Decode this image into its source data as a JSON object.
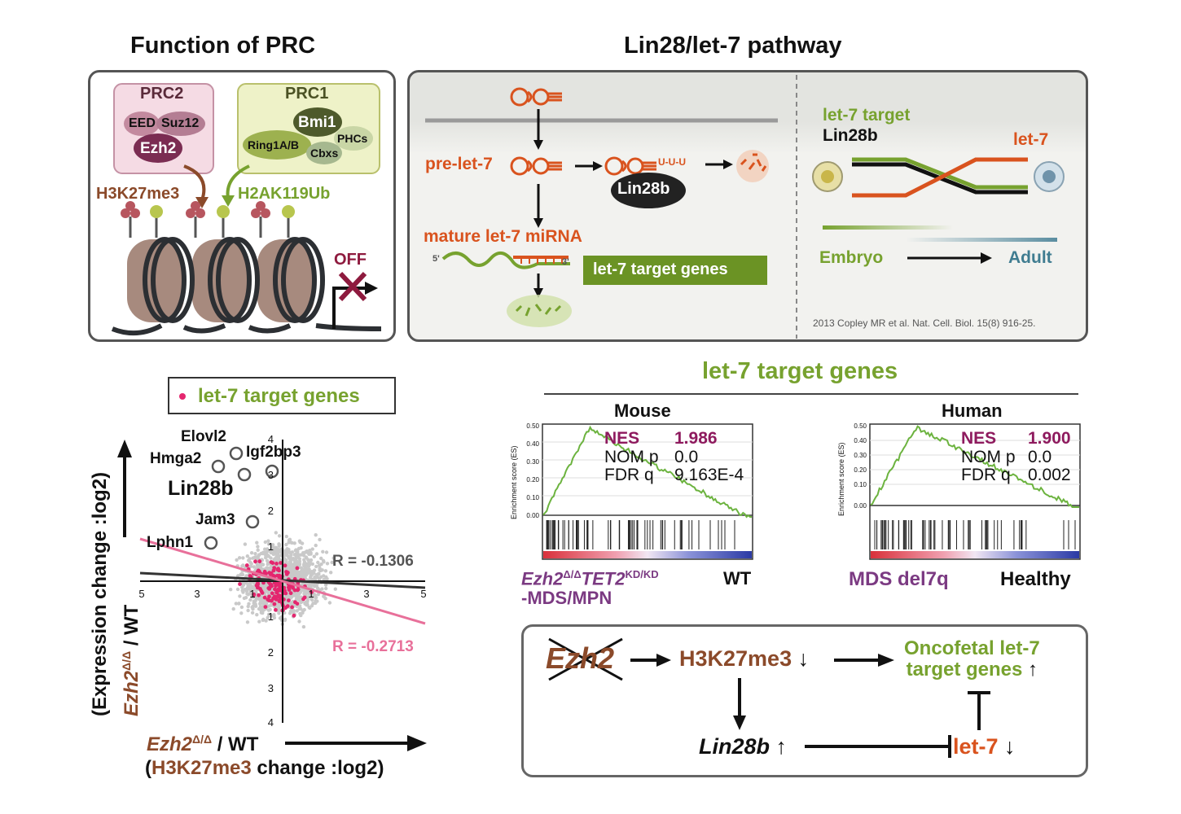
{
  "prc": {
    "title": "Function of PRC",
    "prc2": "PRC2",
    "prc1": "PRC1",
    "eed": "EED",
    "suz12": "Suz12",
    "ezh2": "Ezh2",
    "bmi1": "Bmi1",
    "ring1": "Ring1A/B",
    "phcs": "PHCs",
    "cbxs": "Cbxs",
    "h3k27": "H3K27me3",
    "h2ak": "H2AK119Ub",
    "off": "OFF"
  },
  "lin28": {
    "title": "Lin28/let-7 pathway",
    "prelet7": "pre-let-7",
    "uuu": "U-U-U",
    "lin28b": "Lin28b",
    "mature": "mature let-7 miRNA",
    "five": "5'",
    "three": "3'",
    "targets": "let-7 target genes",
    "let7target": "let-7 target",
    "lin28b_line": "Lin28b",
    "let7": "let-7",
    "embryo": "Embryo",
    "adult": "Adult",
    "citation": "2013 Copley MR et al. Nat. Cell. Biol. 15(8) 916-25."
  },
  "scatter": {
    "legend": "let-7 target genes",
    "genes": [
      "Elovl2",
      "Igf2bp3",
      "Hmga2",
      "Lin28b",
      "Jam3",
      "Lphn1"
    ],
    "r_all": "R = -0.1306",
    "r_let7": "R = -0.2713",
    "ylabel_1": "(Expression change :log2)",
    "ylabel_2": "Ezh2",
    "ylabel_sup": "Δ/Δ",
    "ylabel_3": " / WT",
    "xlabel_1": "Ezh2",
    "xlabel_sup": "Δ/Δ",
    "xlabel_2": " / WT",
    "xlabel_3a": "(",
    "xlabel_3b": "H3K27me3",
    "xlabel_3c": " change :log2)",
    "xticks": [
      "5",
      "3",
      "1",
      "1",
      "3",
      "5"
    ],
    "yticks": [
      "4",
      "3",
      "2",
      "1",
      "1",
      "2",
      "3",
      "4"
    ]
  },
  "gsea": {
    "header": "let-7 target genes",
    "mouse": {
      "title": "Mouse",
      "ylabel": "Enrichment score (ES)",
      "yticks": [
        "0.50",
        "0.40",
        "0.30",
        "0.20",
        "0.10",
        "0.00"
      ],
      "nes_label": "NES",
      "nes": "1.986",
      "nom_label": "NOM p",
      "nom": "0.0",
      "fdr_label": "FDR q",
      "fdr": "9.163E-4",
      "left_1": "Ezh2",
      "left_sup1": "Δ/Δ",
      "left_2": "TET2",
      "left_sup2": "KD/KD",
      "left_3": "-MDS/MPN",
      "right": "WT"
    },
    "human": {
      "title": "Human",
      "ylabel": "Enrichment score (ES)",
      "yticks": [
        "0.50",
        "0.40",
        "0.30",
        "0.20",
        "0.10",
        "0.00"
      ],
      "nes_label": "NES",
      "nes": "1.900",
      "nom_label": "NOM p",
      "nom": "0.0",
      "fdr_label": "FDR q",
      "fdr": "0.002",
      "left": "MDS del7q",
      "right": "Healthy"
    }
  },
  "model": {
    "ezh2": "Ezh2",
    "h3k27": "H3K27me3",
    "down": "↓",
    "up": "↑",
    "onco_1": "Oncofetal let-7",
    "onco_2": "target genes",
    "lin28b": "Lin28b",
    "let7": "let-7"
  },
  "colors": {
    "green": "#77a22f",
    "orange": "#d9531e",
    "brown": "#8b4a2a",
    "purple": "#7b3a82",
    "magenta": "#e4266e",
    "nes_purple": "#8e1a5e"
  }
}
